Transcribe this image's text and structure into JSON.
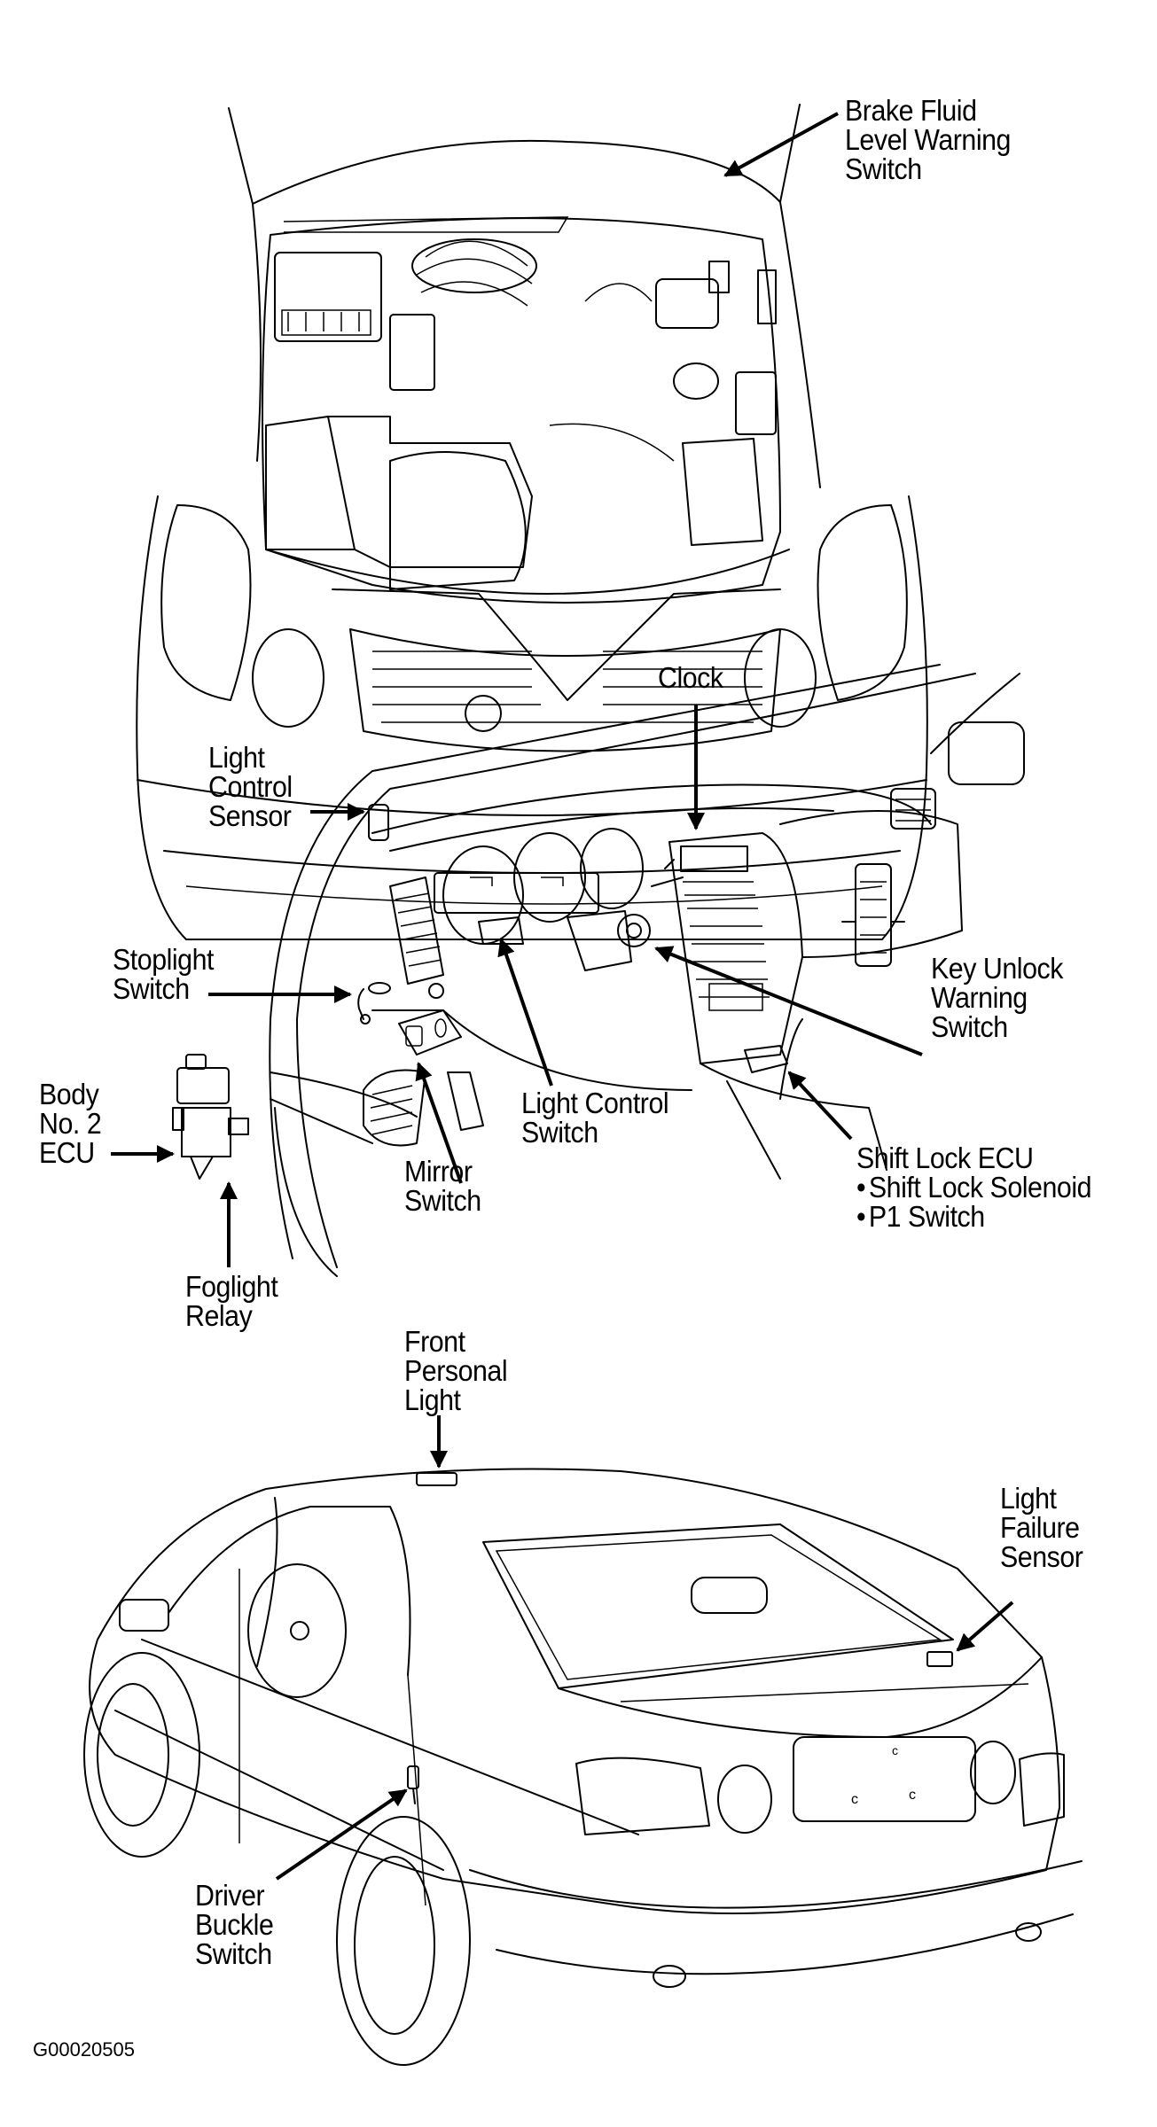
{
  "figure": {
    "id": "G00020505",
    "panels": [
      {
        "name": "engine-compartment",
        "callouts": [
          {
            "key": "brake-fluid-level-warning-switch",
            "lines": [
              "Brake Fluid",
              "Level Warning",
              "Switch"
            ]
          }
        ]
      },
      {
        "name": "instrument-panel",
        "callouts": [
          {
            "key": "clock",
            "lines": [
              "Clock"
            ]
          },
          {
            "key": "light-control-sensor",
            "lines": [
              "Light",
              "Control",
              "Sensor"
            ]
          },
          {
            "key": "stoplight-switch",
            "lines": [
              "Stoplight",
              "Switch"
            ]
          },
          {
            "key": "body-no2-ecu",
            "lines": [
              "Body",
              "No. 2",
              "ECU"
            ]
          },
          {
            "key": "foglight-relay",
            "lines": [
              "Foglight",
              "Relay"
            ]
          },
          {
            "key": "mirror-switch",
            "lines": [
              "Mirror",
              "Switch"
            ]
          },
          {
            "key": "light-control-switch",
            "lines": [
              "Light Control",
              "Switch"
            ]
          },
          {
            "key": "key-unlock-warning-switch",
            "lines": [
              "Key Unlock",
              "Warning",
              "Switch"
            ]
          },
          {
            "key": "shift-lock-ecu",
            "lines": [
              "Shift Lock ECU"
            ],
            "bullets": [
              "Shift Lock Solenoid",
              "P1 Switch"
            ]
          }
        ]
      },
      {
        "name": "vehicle-rear-view",
        "callouts": [
          {
            "key": "front-personal-light",
            "lines": [
              "Front",
              "Personal",
              "Light"
            ]
          },
          {
            "key": "light-failure-sensor",
            "lines": [
              "Light",
              "Failure",
              "Sensor"
            ]
          },
          {
            "key": "driver-buckle-switch",
            "lines": [
              "Driver",
              "Buckle",
              "Switch"
            ]
          }
        ]
      }
    ]
  }
}
